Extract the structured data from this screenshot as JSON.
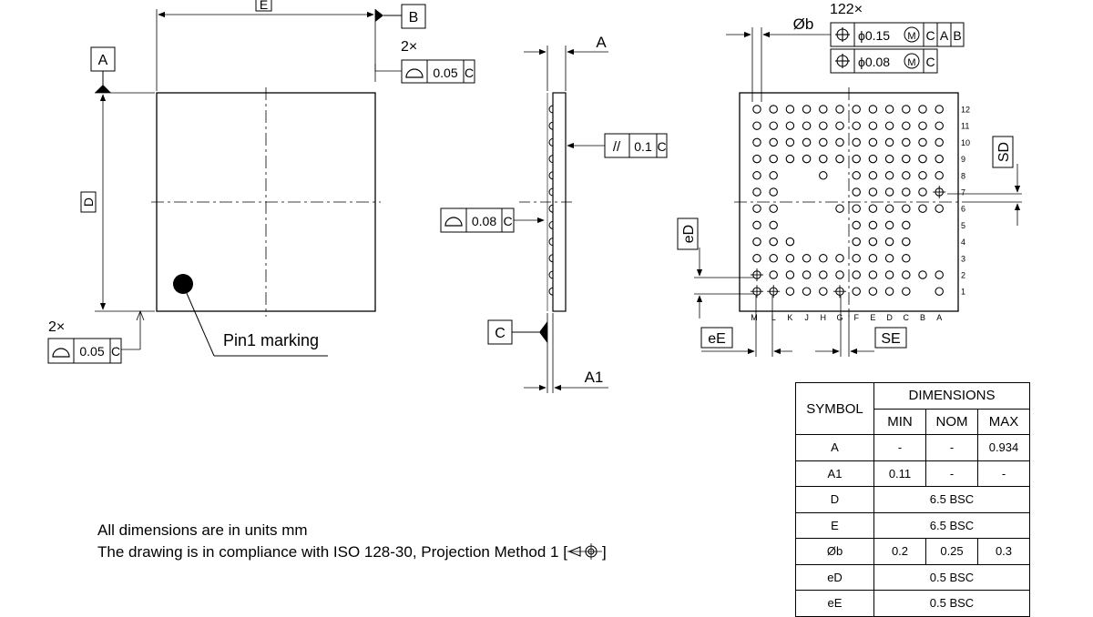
{
  "drawing": {
    "top_view": {
      "label_E": "E",
      "label_D": "D",
      "datum_A": "A",
      "datum_B": "B",
      "count_top": "2×",
      "fcf_top_value": "0.05",
      "fcf_top_ref": "C",
      "count_bottom": "2×",
      "fcf_bottom_value": "0.05",
      "fcf_bottom_ref": "C",
      "pin1_label": "Pin1 marking"
    },
    "side_view": {
      "label_A": "A",
      "label_A1": "A1",
      "datum_C": "C",
      "parallel_symbol": "//",
      "parallel_value": "0.1",
      "parallel_ref": "C",
      "flat_value": "0.08",
      "flat_ref": "C"
    },
    "bottom_view": {
      "ball_count": "122×",
      "label_b": "Øb",
      "pos_tol_1": "ϕ0.15",
      "pos_tol_1_mod": "M",
      "pos_tol_1_refs": [
        "C",
        "A",
        "B"
      ],
      "pos_tol_2": "ϕ0.08",
      "pos_tol_2_mod": "M",
      "pos_tol_2_refs": [
        "C"
      ],
      "label_SD": "SD",
      "label_eD": "eD",
      "label_eE": "eE",
      "label_SE": "SE",
      "rows": [
        "12",
        "11",
        "10",
        "9",
        "8",
        "7",
        "6",
        "5",
        "4",
        "3",
        "2",
        "1"
      ],
      "columns": [
        "M",
        "L",
        "K",
        "J",
        "H",
        "G",
        "F",
        "E",
        "D",
        "C",
        "B",
        "A"
      ],
      "ball_map": [
        "MLKJHGFEDCBA",
        "MLKJHGFEDCBA",
        "MLKJHGFEDCBA",
        "MLKJHGFEDCBA",
        "ML..H.FEDCBA",
        "ML....FEDCBA",
        "ML...GFEDCBA",
        "ML....FEDC..",
        "MLK...FEDC..",
        "MLKJHGFEDC..",
        "MLKJHGFEDCBA",
        "MLKJHGFEDC.A"
      ]
    }
  },
  "notes": {
    "line1": "All dimensions are in units mm",
    "line2": "The drawing is in compliance with ISO 128-30, Projection Method 1 [",
    "line2_end": "]"
  },
  "table": {
    "col_symbol": "SYMBOL",
    "col_dimensions": "DIMENSIONS",
    "col_min": "MIN",
    "col_nom": "NOM",
    "col_max": "MAX",
    "rows": [
      {
        "symbol": "A",
        "min": "-",
        "nom": "-",
        "max": "0.934"
      },
      {
        "symbol": "A1",
        "min": "0.11",
        "nom": "-",
        "max": "-"
      },
      {
        "symbol": "D",
        "span": "6.5 BSC"
      },
      {
        "symbol": "E",
        "span": "6.5 BSC"
      },
      {
        "symbol": "Øb",
        "min": "0.2",
        "nom": "0.25",
        "max": "0.3"
      },
      {
        "symbol": "eD",
        "span": "0.5 BSC"
      },
      {
        "symbol": "eE",
        "span": "0.5 BSC"
      }
    ]
  }
}
